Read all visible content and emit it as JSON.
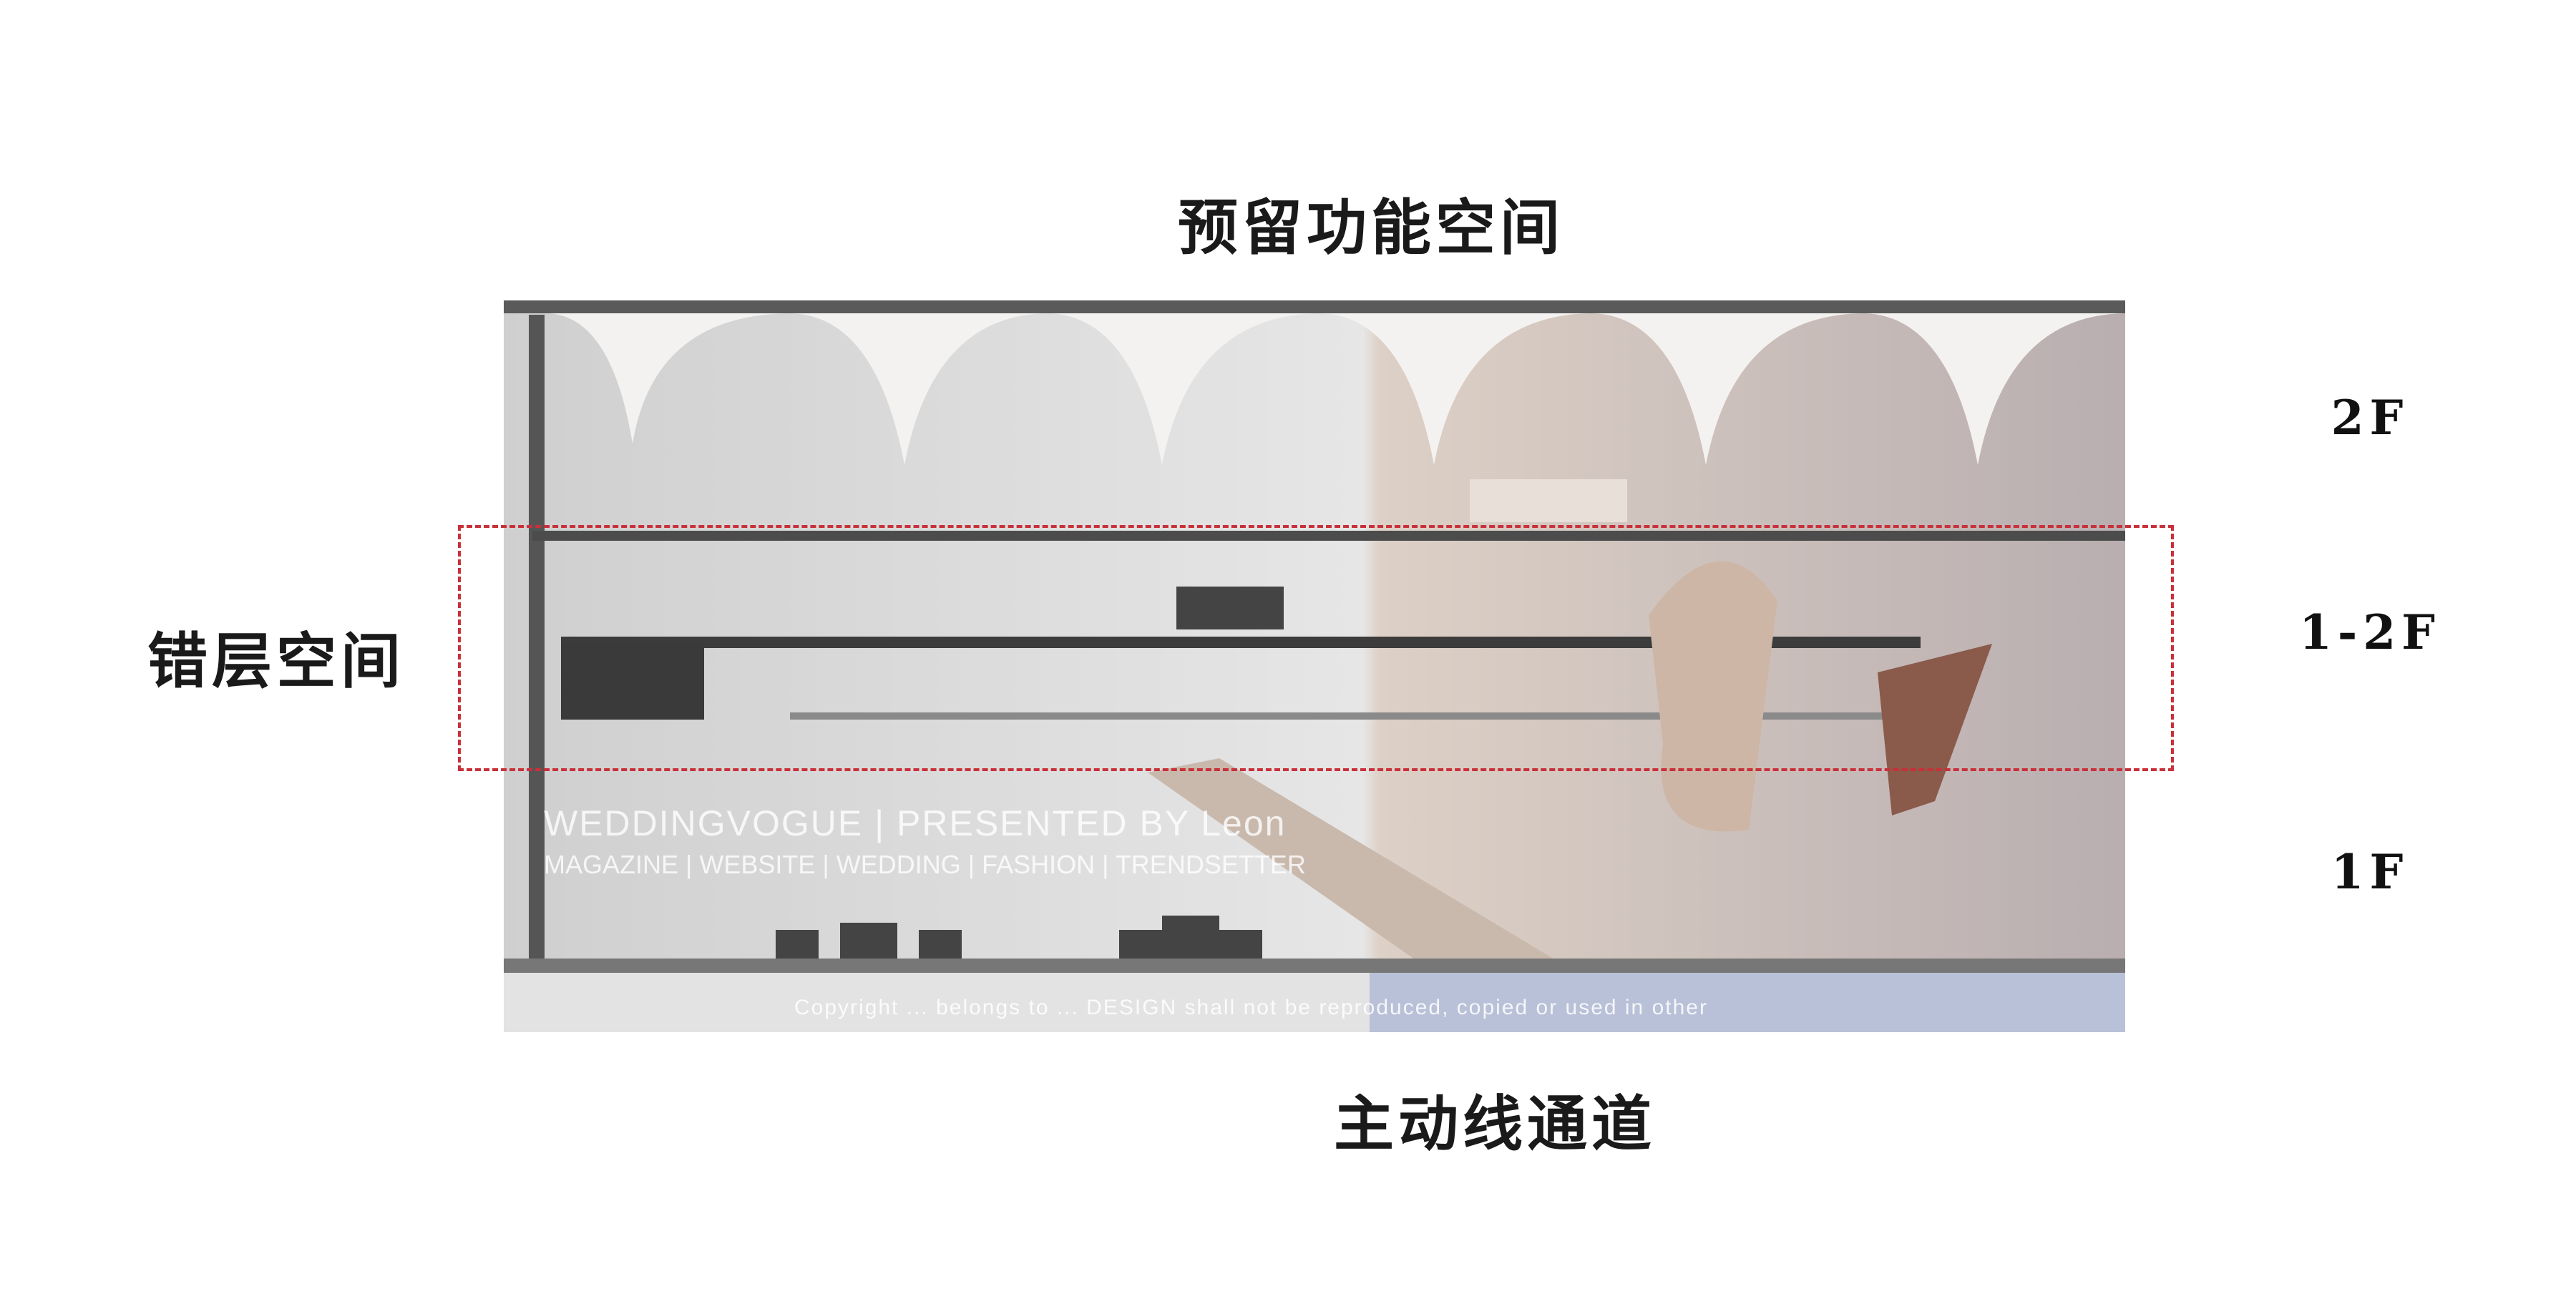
{
  "labels": {
    "top": "预留功能空间",
    "left": "错层空间",
    "bottom": "主动线通道"
  },
  "floors": [
    "2F",
    "1-2F",
    "1F"
  ],
  "watermark": {
    "line1": "WEDDINGVOGUE | PRESENTED BY Leon",
    "line2": "MAGAZINE | WEBSITE | WEDDING | FASHION | TRENDSETTER",
    "copyright": "Copyright ... belongs to ... DESIGN shall not be reproduced, copied or used in other"
  },
  "colors": {
    "highlight_box": "#c8303a",
    "left_tone": "#d9d9d9",
    "right_tone": "#d8c6b8"
  }
}
